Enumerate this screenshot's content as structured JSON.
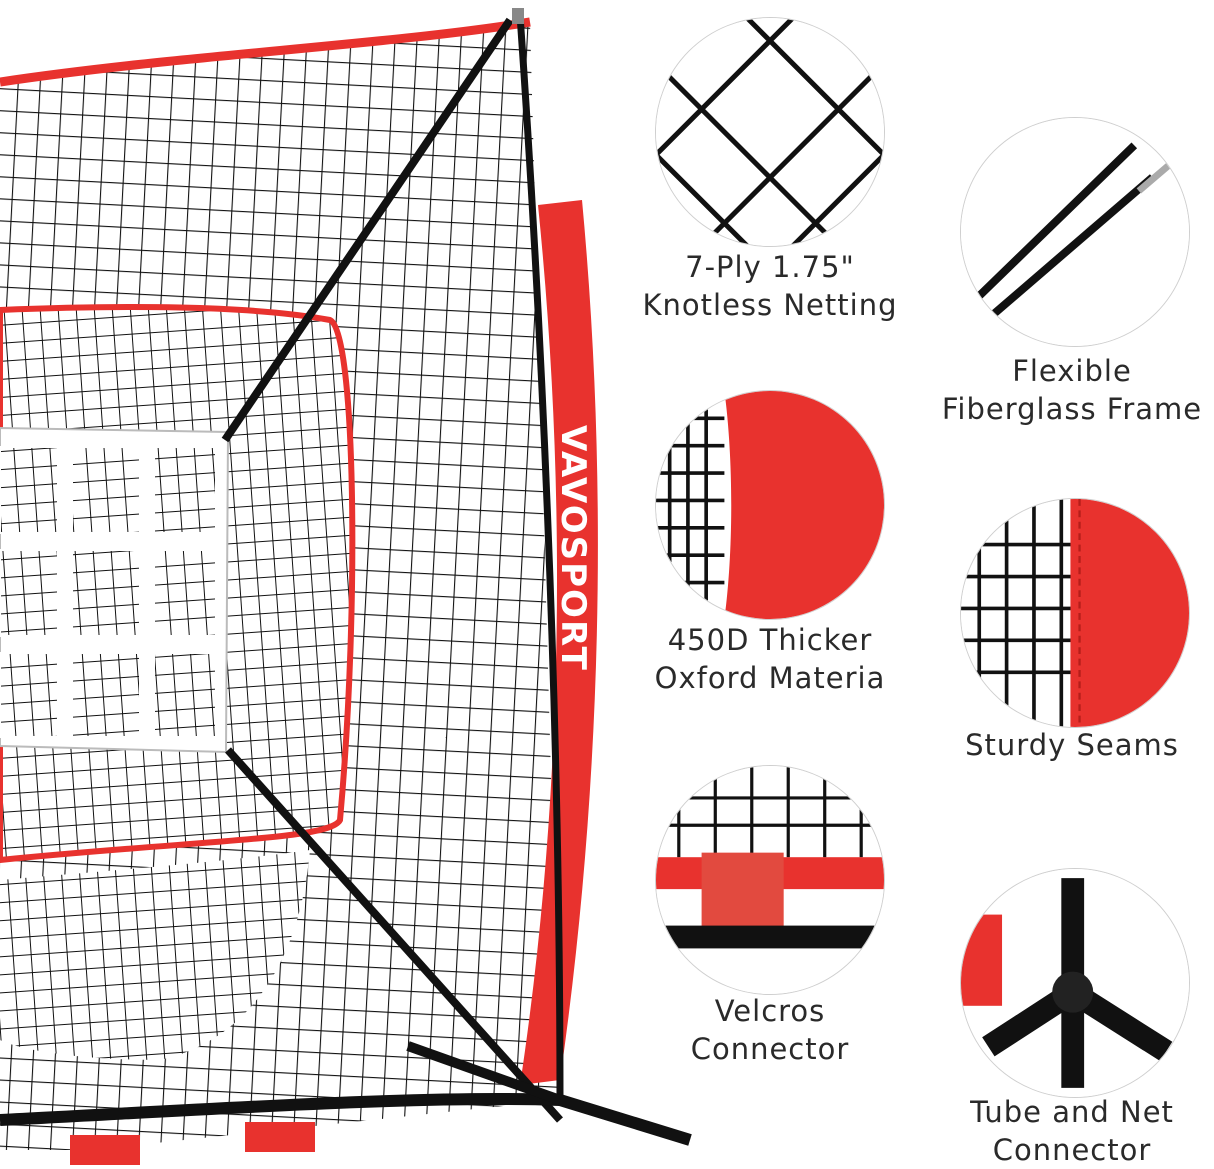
{
  "brand": {
    "name": "VAVOSPORT",
    "accent": "#e8322e",
    "net_color": "#111111"
  },
  "features": [
    {
      "id": "netting",
      "icon": "knotless-netting-closeup",
      "lines": [
        "7-Ply 1.75\"",
        "Knotless Netting"
      ]
    },
    {
      "id": "frame",
      "icon": "fiberglass-pole-closeup",
      "lines": [
        "Flexible",
        "Fiberglass Frame"
      ]
    },
    {
      "id": "oxford",
      "icon": "oxford-fabric-closeup",
      "lines": [
        "450D Thicker",
        "Oxford Materia"
      ]
    },
    {
      "id": "seams",
      "icon": "seam-closeup",
      "lines": [
        "Sturdy Seams"
      ]
    },
    {
      "id": "velcro",
      "icon": "velcro-connector-closeup",
      "lines": [
        "Velcros",
        "Connector"
      ]
    },
    {
      "id": "tube",
      "icon": "tube-net-connector-closeup",
      "lines": [
        "Tube and Net",
        "Connector"
      ]
    }
  ]
}
